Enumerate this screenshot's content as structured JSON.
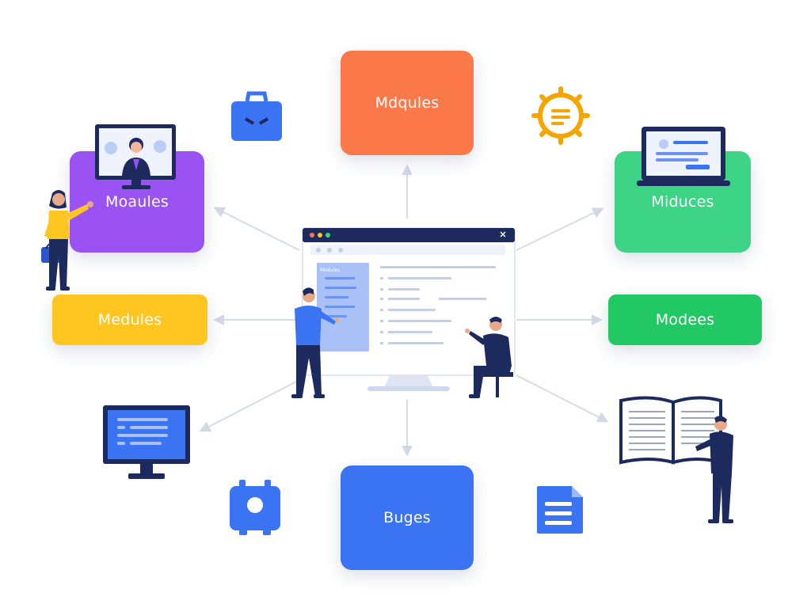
{
  "modules": {
    "top": "Mdqules",
    "left_top": "Moaules",
    "right_top": "Miduces",
    "left_mid": "Medules",
    "right_mid": "Modees",
    "bottom": "Buges"
  },
  "monitor_sidebar_label": "Modules",
  "colors": {
    "orange": "#fb7848",
    "purple": "#9a52f2",
    "light_green": "#3ed486",
    "yellow": "#ffc521",
    "green": "#22c864",
    "blue": "#3b74f2",
    "navy": "#1c2a5e"
  },
  "icons": [
    "briefcase-icon",
    "gear-document-icon",
    "desktop-monitor-icon",
    "lock-icon",
    "document-icon",
    "open-book-icon",
    "video-call-monitor-icon",
    "laptop-icon"
  ]
}
